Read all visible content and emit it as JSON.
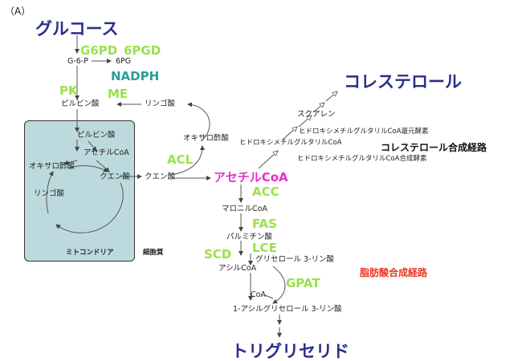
{
  "panel_label": "（A）",
  "title_glucose": "グルコース",
  "title_cholesterol": "コレステロール",
  "title_tg": "トリグリセリド",
  "enzymes": {
    "g6pd": "G6PD",
    "pgd": "6PGD",
    "nadph": "NADPH",
    "pk": "PK",
    "me": "ME",
    "acl": "ACL",
    "acc": "ACC",
    "fas": "FAS",
    "scd": "SCD",
    "lce": "LCE",
    "gpat": "GPAT"
  },
  "metabolites": {
    "g6p": "G-6-P",
    "pg6": "6PG",
    "pyruvate_cyto": "ピルビン酸",
    "malate_cyto": "リンゴ酸",
    "oaa_cyto": "オキサロ酢酸",
    "citrate_cyto": "クエン酸",
    "acetylcoa": "アセチルCoA",
    "squalene": "スクアレン",
    "hmgcoa_reductase": "ヒドロキシメチルグルタリルCoA還元酵素",
    "hmgcoa": "ヒドロキシメチルグルタリルCoA",
    "hmgcoa_synthase": "ヒドロキシメチルグルタリルCoA合成酵素",
    "malonylcoa": "マロニルCoA",
    "palmitate": "パルミチン酸",
    "g3p": "グリセロール 3-リン酸",
    "acylcoa": "アシルCoA",
    "coa": "CoA",
    "lpa": "1-アシルグリセロール 3-リン酸"
  },
  "mito": {
    "pyruvate": "ピルビン酸",
    "acetylcoa": "アセチルCoA",
    "oaa": "オキサロ酢酸",
    "citrate": "クエン酸",
    "malate": "リンゴ酸",
    "label": "ミトコンドリア"
  },
  "cytoplasm_label": "細胞質",
  "pathway_cholesterol": "コレステロール合成経路",
  "pathway_fatty_acid": "脂肪酸合成経路"
}
